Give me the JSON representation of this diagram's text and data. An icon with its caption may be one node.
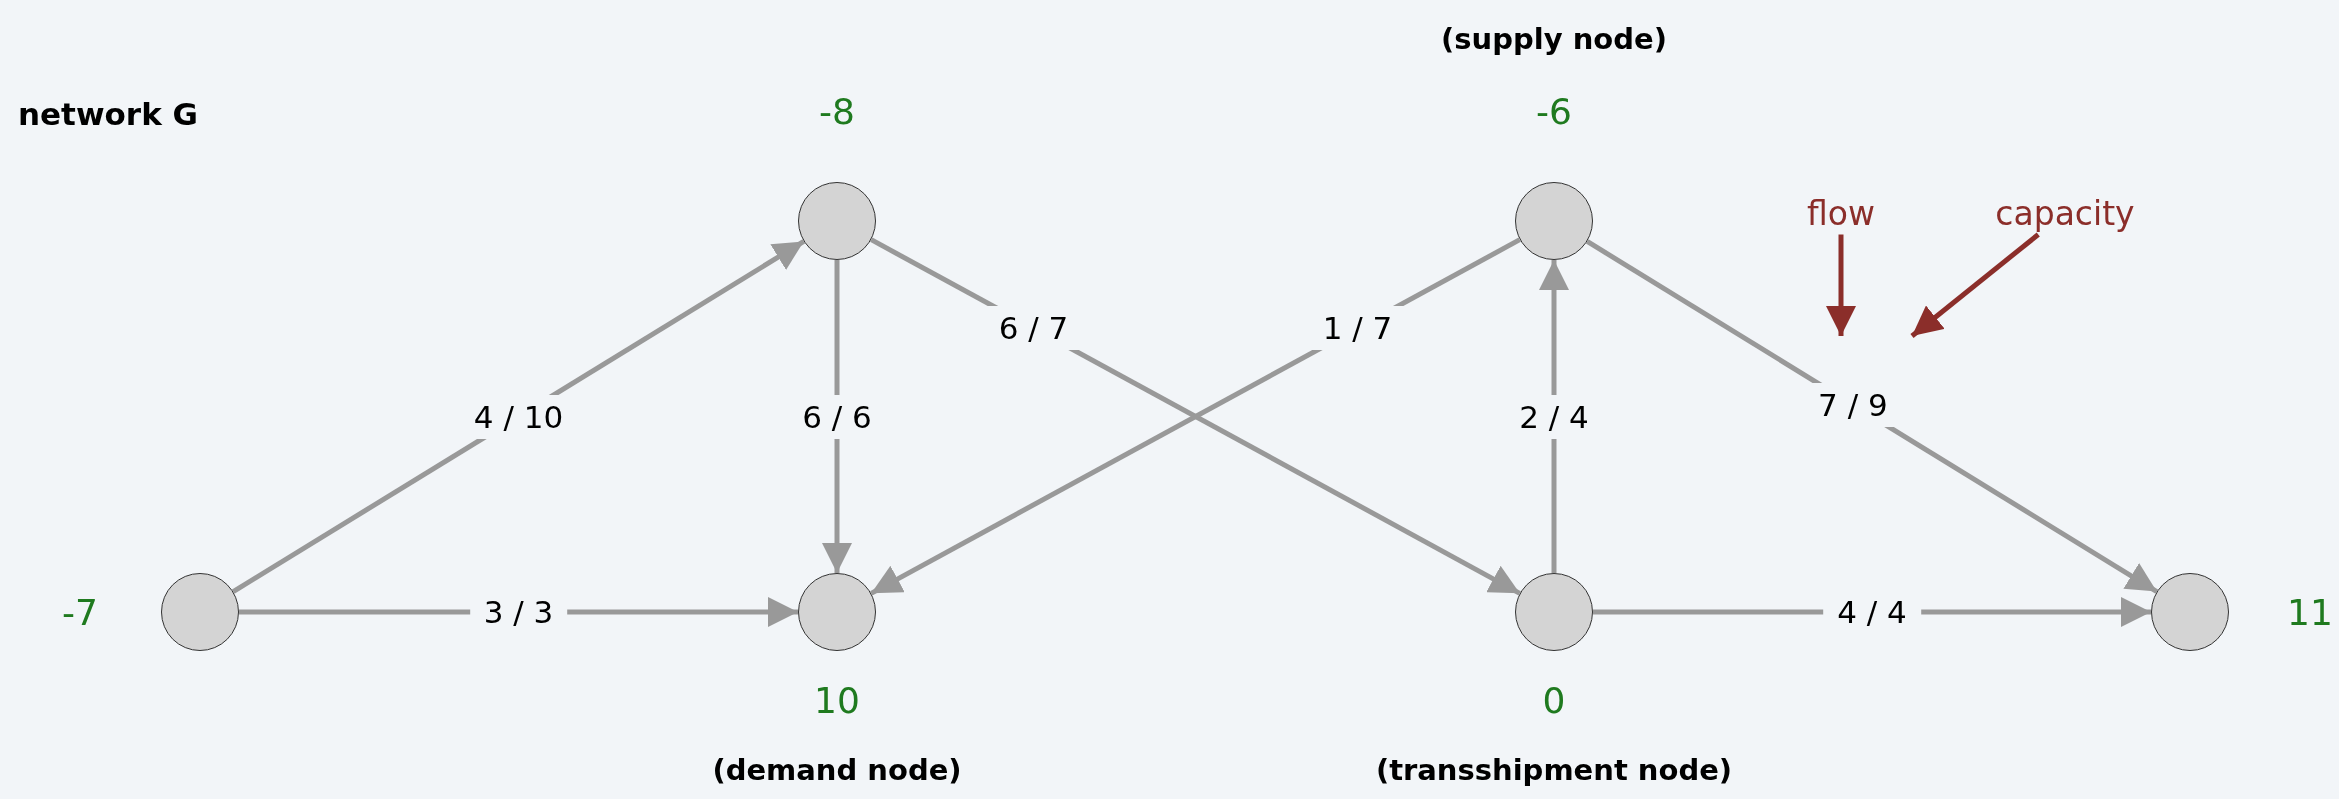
{
  "diagram": {
    "title": "network G",
    "nodes": [
      {
        "text": [],
        "shape": "circle",
        "beside": [
          "-7"
        ]
      },
      {
        "text": [],
        "shape": "circle",
        "beside": [
          "-8"
        ]
      },
      {
        "text": [],
        "shape": "circle",
        "beside": [
          "10",
          "(demand node)"
        ]
      },
      {
        "text": [],
        "shape": "circle",
        "beside": [
          "(supply node)",
          "-6"
        ]
      },
      {
        "text": [],
        "shape": "circle",
        "beside": [
          "0",
          "(transshipment node)"
        ]
      },
      {
        "text": [],
        "shape": "circle",
        "beside": [
          "11"
        ]
      },
      {
        "text": [
          "flow"
        ]
      },
      {
        "text": [
          "capacity"
        ]
      }
    ],
    "edges": [
      {
        "from": 0,
        "to": 1,
        "arrow": "to",
        "label": "4 / 10"
      },
      {
        "from": 0,
        "to": 2,
        "arrow": "to",
        "label": "3 / 3"
      },
      {
        "from": 1,
        "to": 2,
        "arrow": "to",
        "label": "6 / 6"
      },
      {
        "from": 1,
        "to": 4,
        "arrow": "to",
        "label": "6 / 7"
      },
      {
        "from": 3,
        "to": 2,
        "arrow": "to",
        "label": "1 / 7"
      },
      {
        "from": 4,
        "to": 3,
        "arrow": "to",
        "label": "2 / 4"
      },
      {
        "from": 3,
        "to": 5,
        "arrow": "to",
        "label": "7 / 9"
      },
      {
        "from": 4,
        "to": 5,
        "arrow": "to",
        "label": "4 / 4"
      },
      {
        "from": 6,
        "to": null,
        "arrow": "to",
        "color": "#8b2e2a"
      },
      {
        "from": 7,
        "to": null,
        "arrow": "to",
        "color": "#8b2e2a"
      }
    ]
  }
}
